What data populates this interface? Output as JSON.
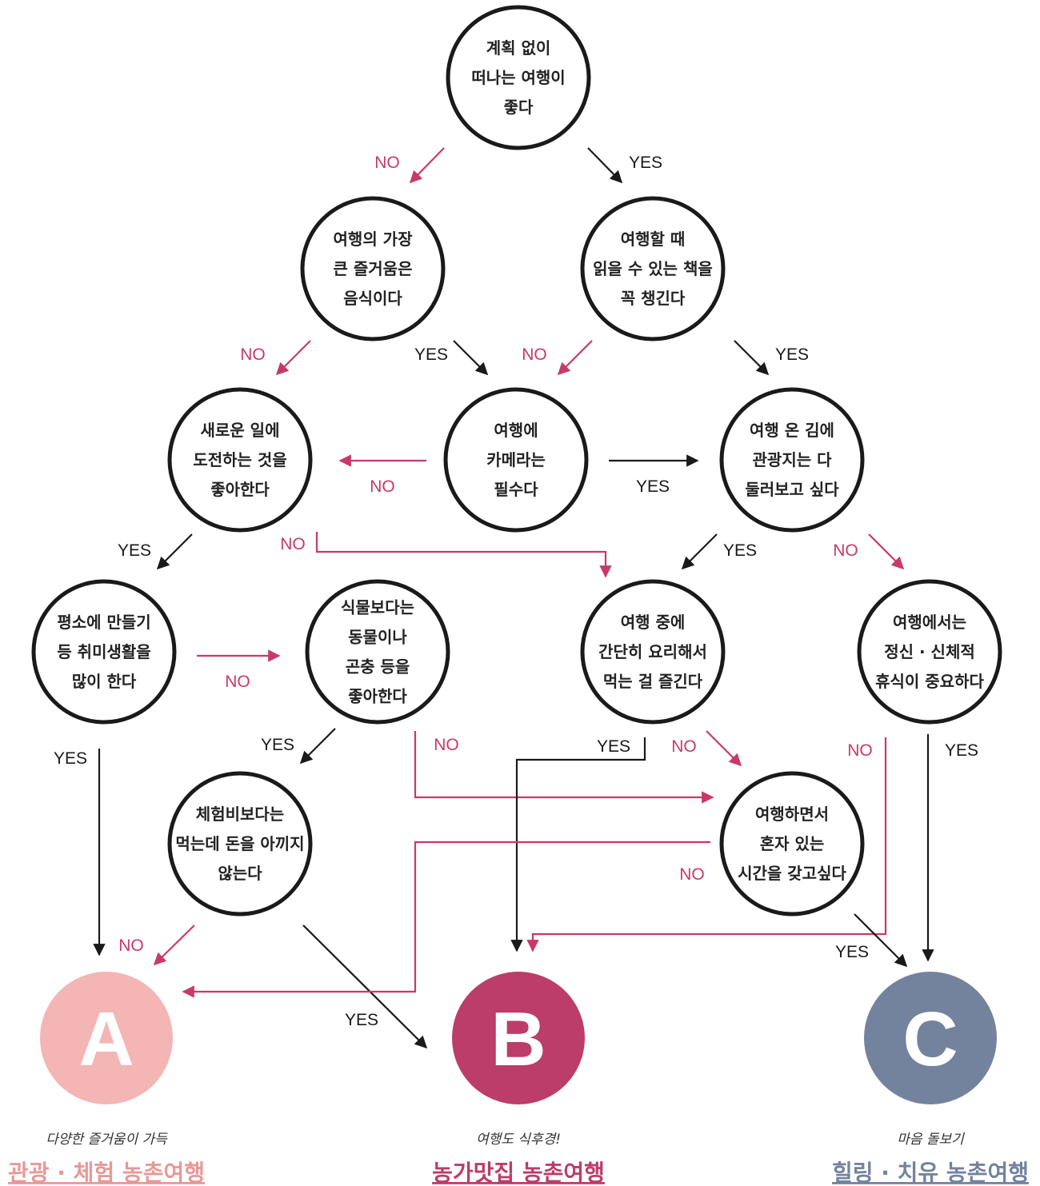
{
  "colors": {
    "yes_arrow": "#1a1a1a",
    "no_arrow": "#c8396b",
    "result_a": "#f4b5b5",
    "result_b": "#bc3c6a",
    "result_c": "#73839e",
    "title_a": "#e89898",
    "title_b": "#bc3c6a",
    "title_c": "#73839e"
  },
  "labels": {
    "yes": "YES",
    "no": "NO"
  },
  "questions": [
    {
      "id": "q1",
      "lines": [
        "계획 없이",
        "떠나는 여행이",
        "좋다"
      ]
    },
    {
      "id": "q2",
      "lines": [
        "여행의 가장",
        "큰 즐거움은",
        "음식이다"
      ]
    },
    {
      "id": "q3",
      "lines": [
        "여행할 때",
        "읽을 수 있는 책을",
        "꼭 챙긴다"
      ]
    },
    {
      "id": "q4",
      "lines": [
        "새로운 일에",
        "도전하는 것을",
        "좋아한다"
      ]
    },
    {
      "id": "q5",
      "lines": [
        "여행에",
        "카메라는",
        "필수다"
      ]
    },
    {
      "id": "q6",
      "lines": [
        "여행 온 김에",
        "관광지는 다",
        "둘러보고 싶다"
      ]
    },
    {
      "id": "q7",
      "lines": [
        "평소에 만들기",
        "등 취미생활을",
        "많이 한다"
      ]
    },
    {
      "id": "q8",
      "lines": [
        "식물보다는",
        "동물이나",
        "곤충 등을",
        "좋아한다"
      ]
    },
    {
      "id": "q9",
      "lines": [
        "여행 중에",
        "간단히 요리해서",
        "먹는 걸 즐긴다"
      ]
    },
    {
      "id": "q10",
      "lines": [
        "여행에서는",
        "정신 · 신체적",
        "휴식이 중요하다"
      ]
    },
    {
      "id": "q11",
      "lines": [
        "체험비보다는",
        "먹는데 돈을 아끼지",
        "않는다"
      ]
    },
    {
      "id": "q12",
      "lines": [
        "여행하면서",
        "혼자 있는",
        "시간을 갖고싶다"
      ]
    }
  ],
  "results": [
    {
      "id": "A",
      "letter": "A",
      "tagline": "다양한 즐거움이 가득",
      "title": "관광 · 체험 농촌여행"
    },
    {
      "id": "B",
      "letter": "B",
      "tagline": "여행도 식후경!",
      "title": "농가맛집 농촌여행"
    },
    {
      "id": "C",
      "letter": "C",
      "tagline": "마음 돌보기",
      "title": "힐링 · 치유 농촌여행"
    }
  ]
}
